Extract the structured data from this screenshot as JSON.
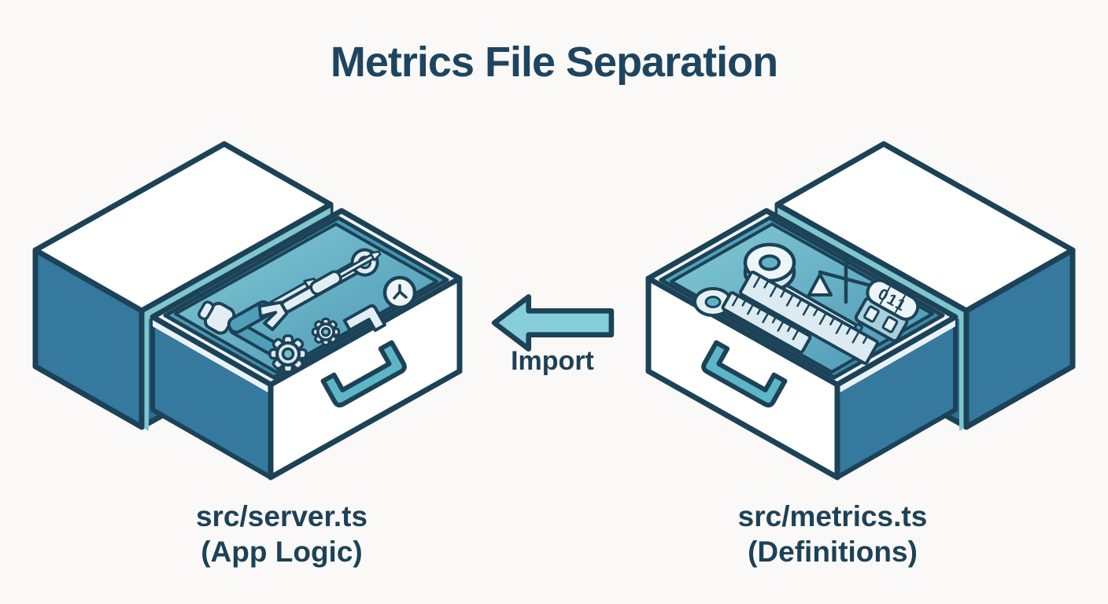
{
  "title": "Metrics File Separation",
  "import_arrow": {
    "label": "Import",
    "direction": "right-to-left"
  },
  "drawers": {
    "left": {
      "file": "src/server.ts",
      "role": "(App Logic)",
      "contents": [
        "hammer",
        "screwdriver",
        "wrench",
        "screwdriver-small",
        "gear",
        "gear-small",
        "clamp",
        "bulb-knob"
      ]
    },
    "right": {
      "file": "src/metrics.ts",
      "role": "(Definitions)",
      "counter_digits": "011",
      "contents": [
        "measuring-tape",
        "tape-roll",
        "balance-scale",
        "ruler",
        "ruler-small",
        "tally-counter"
      ]
    }
  },
  "colors": {
    "background": "#faf9f7",
    "outline_navy": "#1c4257",
    "title_text": "#1e4560",
    "caption_text": "#1d4257",
    "cabinet_side_blue": "#36799f",
    "cabinet_top": "#ffffff",
    "drawer_front": "#ffffff",
    "opening_rim_teal": "#7fc6cf",
    "cavity_dark": "#2c6f8e",
    "tray_wall": "#4695b2",
    "tray_floor": "#74c0cc",
    "tray_rim_light": "#eef5f8",
    "handle_teal": "#5cb6c6",
    "tool_light": "#e2eef3",
    "tool_teal": "#4f9fb8",
    "arrow_fill": "#86ced9"
  }
}
